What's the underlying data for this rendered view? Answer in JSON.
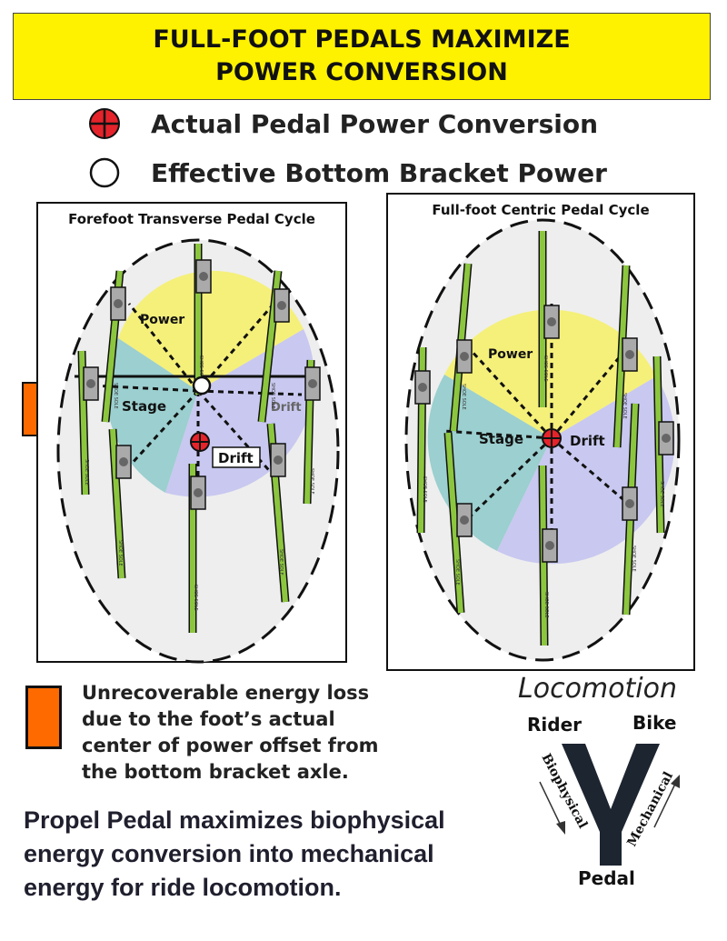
{
  "banner": {
    "line1": "FULL-FOOT PEDALS MAXIMIZE",
    "line2": "POWER CONVERSION"
  },
  "legend": {
    "actual": "Actual Pedal Power Conversion",
    "effective": "Effective Bottom Bracket Power"
  },
  "panels": {
    "left": {
      "title": "Forefoot Transverse Pedal Cycle",
      "power": "Power",
      "stage": "Stage",
      "drift_inner": "Drift",
      "drift_box": "Drift"
    },
    "right": {
      "title": "Full-foot Centric Pedal Cycle",
      "power": "Power",
      "stage": "Stage",
      "drift": "Drift"
    }
  },
  "crank_label": "SHOE SOLE",
  "loss_note": "Unrecoverable energy loss\ndue to the foot’s actual\ncenter of power offset from\nthe bottom bracket axle.",
  "propel_text": "Propel Pedal maximizes biophysical\nenergy conversion into mechanical\nenergy for ride locomotion.",
  "locomotion": {
    "title": "Locomotion",
    "rider": "Rider",
    "bike": "Bike",
    "biophysical": "Biophysical",
    "mechanical": "Mechanical",
    "pedal": "Pedal"
  },
  "colors": {
    "banner": "#fff200",
    "power_zone": "#f5f07a",
    "stage_zone": "#9ccfcf",
    "drift_zone": "#c8c8f0",
    "crank_green": "#8cc63f",
    "loss_orange": "#ff6a00",
    "marker_red": "#e5232b"
  }
}
